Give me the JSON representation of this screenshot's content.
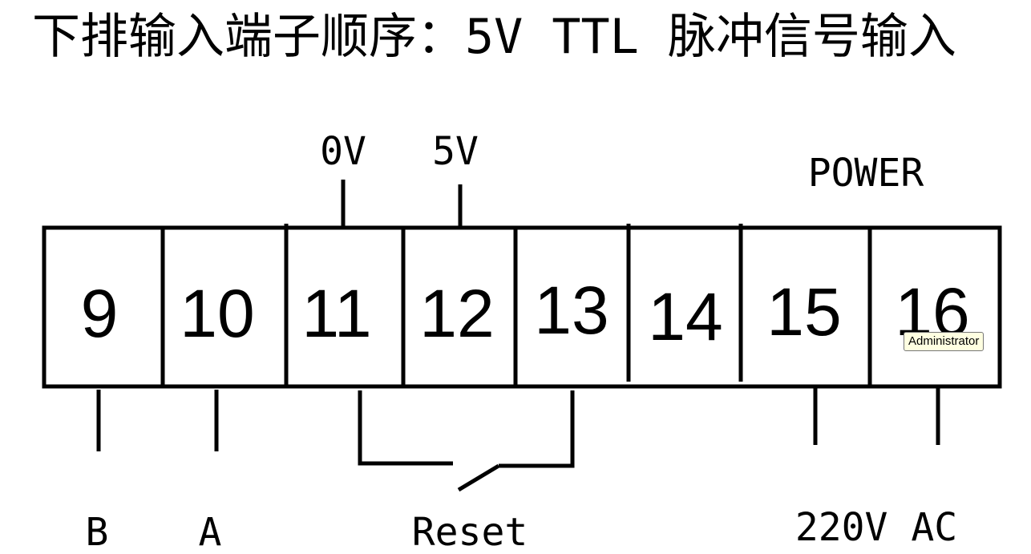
{
  "title": "下排输入端子顺序：5V TTL 脉冲信号输入",
  "terminals": [
    "9",
    "10",
    "11",
    "12",
    "13",
    "14",
    "15",
    "16"
  ],
  "top_labels": {
    "ov": "0V",
    "fivev": "5V",
    "power": "POWER"
  },
  "bottom_labels": {
    "b": "B",
    "a": "A",
    "reset": "Reset",
    "ac": "220V AC"
  },
  "tooltip": "Administrator"
}
